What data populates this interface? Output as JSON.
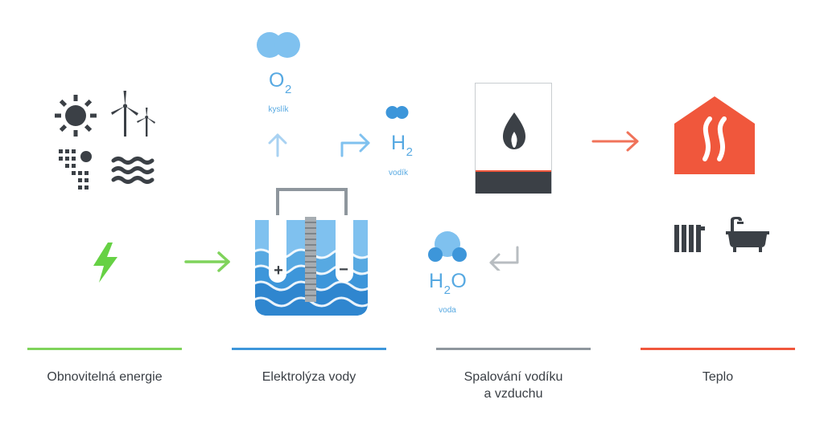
{
  "oxygen": {
    "symbol": "O",
    "sub": "2",
    "label": "kyslík"
  },
  "hydrogen": {
    "symbol": "H",
    "sub": "2",
    "label": "vodík"
  },
  "water": {
    "symbol_h": "H",
    "sub": "2",
    "symbol_o": "O",
    "label": "voda"
  },
  "electrodes": {
    "plus": "+",
    "minus": "−"
  },
  "stages": [
    {
      "label": "Obnovitelná energie",
      "color": "#7fd35b"
    },
    {
      "label": "Elektrolýza vody",
      "color": "#3d96da"
    },
    {
      "label_line1": "Spalování vodíku",
      "label_line2": "a vzduchu",
      "color": "#8e969d"
    },
    {
      "label": "Teplo",
      "color": "#f0573c"
    }
  ],
  "colors": {
    "icon_dark": "#3b4046",
    "blue": "#57a9e2",
    "green": "#7fd35b",
    "red": "#f0573c",
    "grey": "#8e969d"
  },
  "icons": [
    "sun-icon",
    "wind-turbines-icon",
    "solar-panel-icon",
    "waves-icon",
    "lightning-bolt-icon",
    "electrolysis-tank-icon",
    "boiler-flame-icon",
    "heated-house-icon",
    "radiator-icon",
    "bathtub-icon",
    "oxygen-molecule-icon",
    "hydrogen-molecule-icon",
    "water-molecule-icon"
  ]
}
